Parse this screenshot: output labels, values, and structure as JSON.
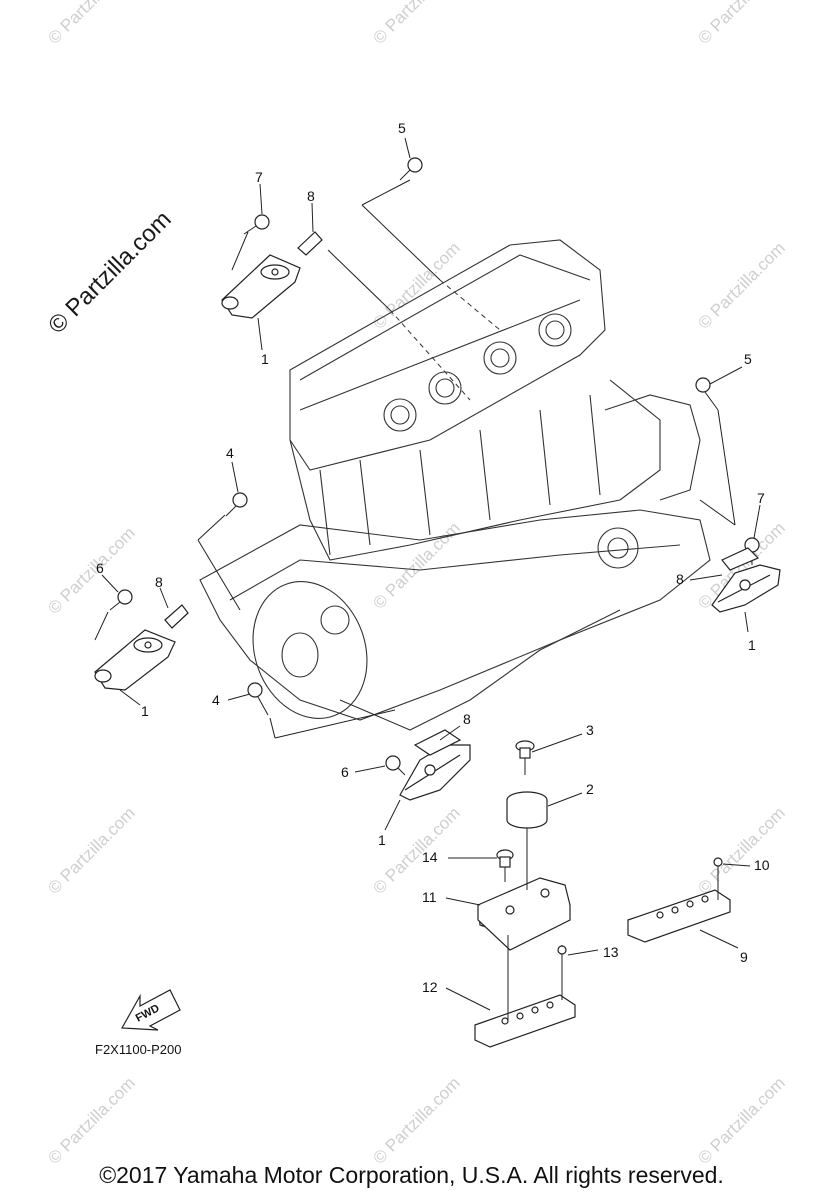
{
  "watermark": {
    "text": "© Partzilla.com"
  },
  "diagram": {
    "code": "F2X1100-P200",
    "fwd_label": "FWD",
    "callouts": [
      {
        "id": "c5a",
        "label": "5"
      },
      {
        "id": "c7a",
        "label": "7"
      },
      {
        "id": "c8a",
        "label": "8"
      },
      {
        "id": "c1a",
        "label": "1"
      },
      {
        "id": "c5b",
        "label": "5"
      },
      {
        "id": "c4a",
        "label": "4"
      },
      {
        "id": "c7b",
        "label": "7"
      },
      {
        "id": "c6a",
        "label": "6"
      },
      {
        "id": "c8b",
        "label": "8"
      },
      {
        "id": "c8c",
        "label": "8"
      },
      {
        "id": "c1b",
        "label": "1"
      },
      {
        "id": "c1c",
        "label": "1"
      },
      {
        "id": "c4b",
        "label": "4"
      },
      {
        "id": "c8d",
        "label": "8"
      },
      {
        "id": "c3",
        "label": "3"
      },
      {
        "id": "c6b",
        "label": "6"
      },
      {
        "id": "c2",
        "label": "2"
      },
      {
        "id": "c1d",
        "label": "1"
      },
      {
        "id": "c14",
        "label": "14"
      },
      {
        "id": "c10",
        "label": "10"
      },
      {
        "id": "c11",
        "label": "11"
      },
      {
        "id": "c9",
        "label": "9"
      },
      {
        "id": "c13",
        "label": "13"
      },
      {
        "id": "c12",
        "label": "12"
      }
    ]
  },
  "footer": {
    "copyright": "©2017  Yamaha Motor Corporation, U.S.A. All rights reserved."
  }
}
